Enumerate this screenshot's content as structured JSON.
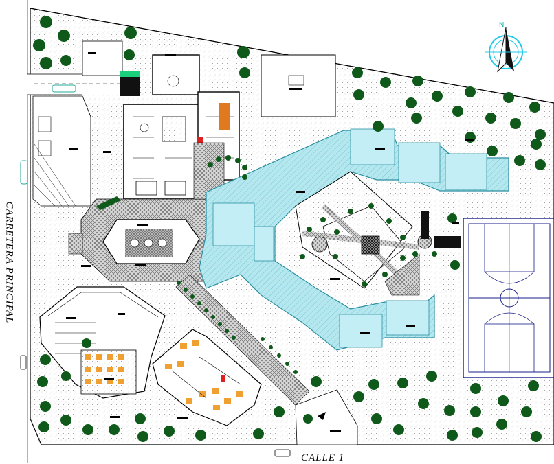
{
  "labels": {
    "main_road": "CARRETERA PRINCIPAL",
    "street": "CALLE 1",
    "north": "N"
  },
  "colors": {
    "water": "#b5e7ef",
    "water_edge": "#2a8fa0",
    "tree": "#0f5a1a",
    "tree_dark": "#083d10",
    "court": "#1a1f8a",
    "furniture": "#f0a030",
    "ground": "#ffffff",
    "speckle": "#7a7a7a",
    "accent_cyan": "#20c8e8"
  },
  "icons": {
    "compass": "north-arrow-icon",
    "tree": "tree-icon",
    "car": "car-icon"
  }
}
